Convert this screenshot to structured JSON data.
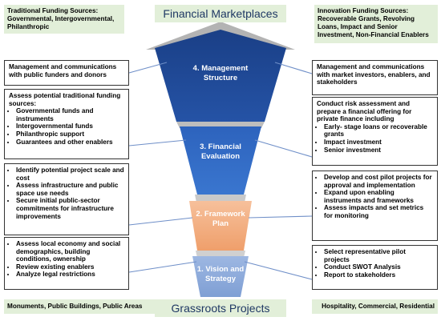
{
  "header": {
    "left": "Traditional Funding Sources: Governmental, Intergovernmental, Philanthropic",
    "center": "Financial Marketplaces",
    "right": "Innovation Funding Sources: Recoverable Grants, Revolving Loans, Impact and Senior Investment, Non-Financial Enablers"
  },
  "footer": {
    "left": "Monuments, Public Buildings, Public Areas",
    "center": "Grassroots Projects",
    "right": "Hospitality, Commercial, Residential"
  },
  "stages": {
    "s4": "4. Management Structure",
    "s3": "3. Financial Evaluation",
    "s2": "2. Framework Plan",
    "s1": "1. Vision and Strategy"
  },
  "left": {
    "box4": "Management and communications with public funders and donors",
    "box3": {
      "head": "Assess potential traditional funding sources:",
      "items": [
        "Governmental funds and instruments",
        "Intergovernmental funds",
        "Philanthropic support",
        "Guarantees and other enablers"
      ]
    },
    "box2": {
      "items": [
        "Identify potential project scale and cost",
        "Assess infrastructure and public space use needs",
        "Secure initial public-sector commitments for infrastructure improvements"
      ]
    },
    "box1": {
      "items": [
        "Assess local economy and social demographics, building conditions, ownership",
        "Review existing enablers",
        "Analyze legal restrictions"
      ]
    }
  },
  "right": {
    "box4": "Management and communications with market investors, enablers, and stakeholders",
    "box3": {
      "head": "Conduct risk assessment and prepare a financial offering for private finance including",
      "items": [
        "Early- stage loans or recoverable grants",
        "Impact investment",
        "Senior investment"
      ]
    },
    "box2": {
      "items": [
        "Develop and cost pilot projects for approval and implementation",
        "Expand upon enabling instruments and frameworks",
        "Assess impacts and set metrics for monitoring"
      ]
    },
    "box1": {
      "items": [
        "Select representative pilot projects",
        "Conduct SWOT Analysis",
        "Report to stakeholders"
      ]
    }
  },
  "colors": {
    "navy": "#1f4e9c",
    "blue": "#2f6bc4",
    "orange": "#f4b183",
    "lightblue": "#8eaadb",
    "green": "#e2efd9",
    "gray": "#a6a6a6",
    "title_text": "#1f3864"
  }
}
